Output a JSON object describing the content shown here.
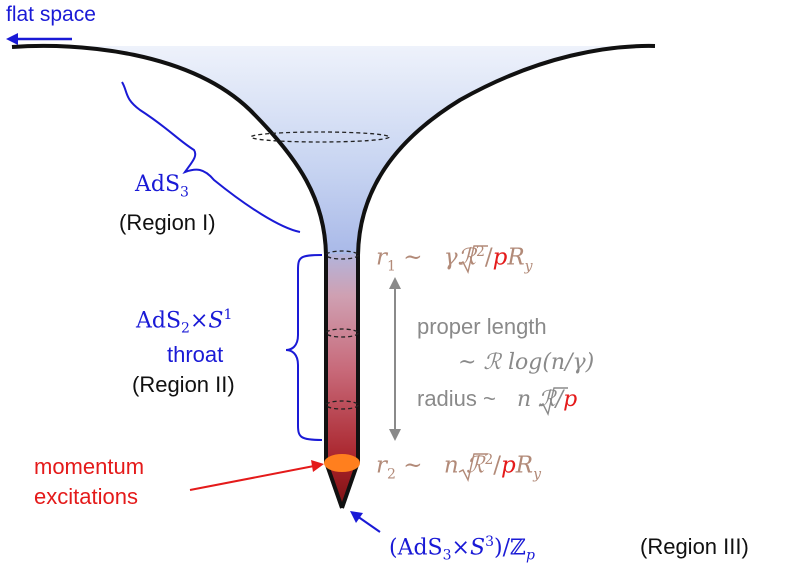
{
  "labels": {
    "flat_space": "flat space",
    "ads3": "AdS",
    "ads3_sub": "3",
    "region1": "(Region I)",
    "ads2_a": "AdS",
    "ads2_sub": "2",
    "ads2_times": "×",
    "ads2_S": "S",
    "ads2_sup": "1",
    "throat": "throat",
    "region2": "(Region II)",
    "momentum": "momentum",
    "excitations": "excitations",
    "r1_lhs": "r",
    "r1_sub": "1",
    "r1_sim": " ~ ",
    "r1_root": "γ",
    "r1_R": "ℛ",
    "r1_sup": "2",
    "r1_slash": "/",
    "r1_p": "p",
    "r1_Ry": "R",
    "r1_y": "y",
    "proper_length": "proper length",
    "proper_expr": "~ ℛ log(n/γ)",
    "radius_label": "radius ~ ",
    "radius_root": "n",
    "radius_rest": " ℛ/",
    "radius_p": "p",
    "r2_lhs": "r",
    "r2_sub": "2",
    "r2_sim": " ~ ",
    "r2_root": "n",
    "r2_R": " ℛ",
    "r2_sup": "2",
    "r2_slash": "/",
    "r2_p": "p",
    "r2_Ry": "R",
    "r2_y": "y",
    "region3_math_open": "(AdS",
    "region3_sub3": "3",
    "region3_times": "×",
    "region3_S": "S",
    "region3_sup": "3",
    "region3_close": ")/ℤ",
    "region3_p": "p",
    "region3": "(Region III)"
  },
  "colors": {
    "blue": "#1a1ad6",
    "red": "#e41a1a",
    "tan": "#b28a78",
    "gray": "#8a8a8a",
    "black": "#111111",
    "blob": "#ff7f1e"
  }
}
